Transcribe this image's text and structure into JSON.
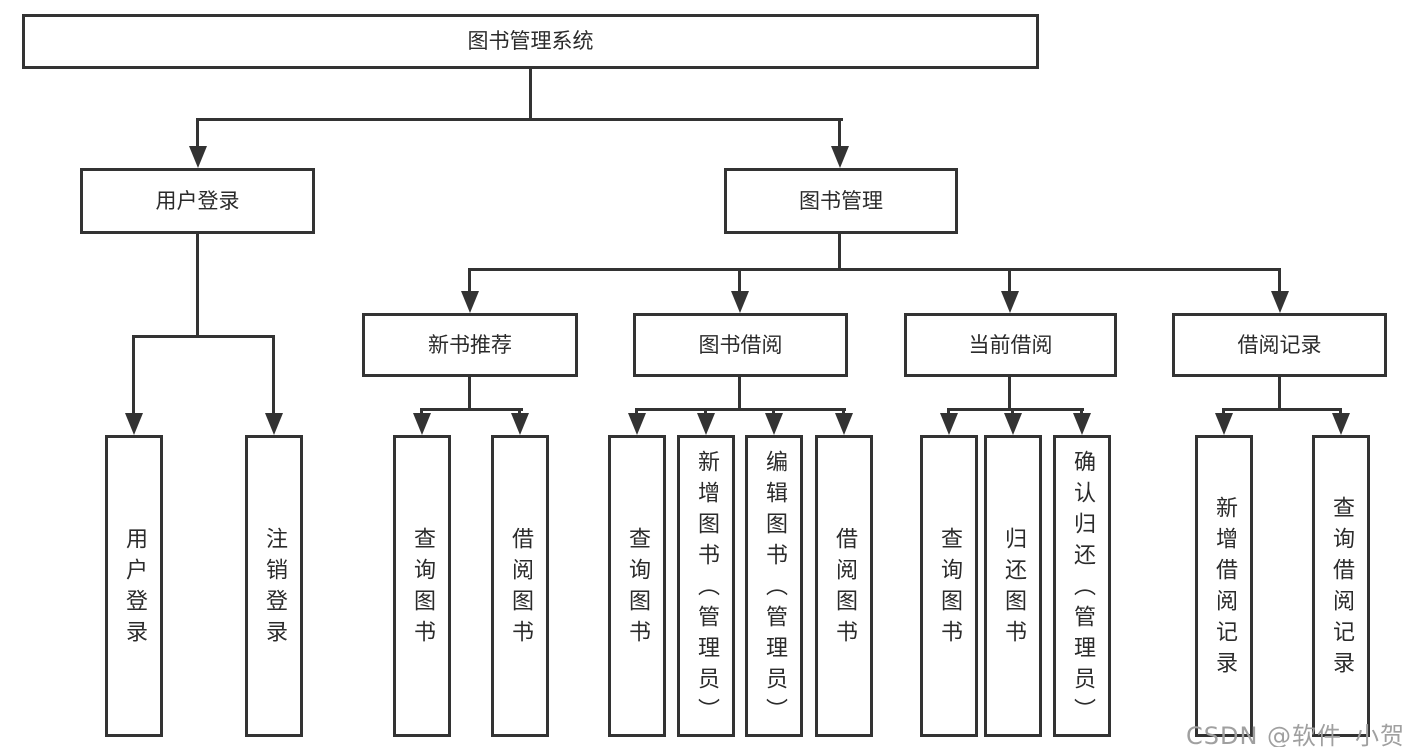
{
  "diagram": {
    "root": {
      "label": "图书管理系统"
    },
    "level2": [
      {
        "label": "用户登录"
      },
      {
        "label": "图书管理"
      }
    ],
    "level3": [
      {
        "label": "新书推荐"
      },
      {
        "label": "图书借阅"
      },
      {
        "label": "当前借阅"
      },
      {
        "label": "借阅记录"
      }
    ],
    "leaves": {
      "login": [
        {
          "label": "用户登录"
        },
        {
          "label": "注销登录"
        }
      ],
      "newbook": [
        {
          "label": "查询图书"
        },
        {
          "label": "借阅图书"
        }
      ],
      "borrow": [
        {
          "label": "查询图书"
        },
        {
          "label": "新增图书（管理员）"
        },
        {
          "label": "编辑图书（管理员）"
        },
        {
          "label": "借阅图书"
        }
      ],
      "current": [
        {
          "label": "查询图书"
        },
        {
          "label": "归还图书"
        },
        {
          "label": "确认归还（管理员）"
        }
      ],
      "records": [
        {
          "label": "新增借阅记录"
        },
        {
          "label": "查询借阅记录"
        }
      ]
    },
    "watermark": "CSDN @软件_小贺同学",
    "colors": {
      "line": "#333333",
      "text": "#2b2b2b",
      "watermark": "#a0a0a0",
      "box_background": "#ffffff"
    }
  }
}
